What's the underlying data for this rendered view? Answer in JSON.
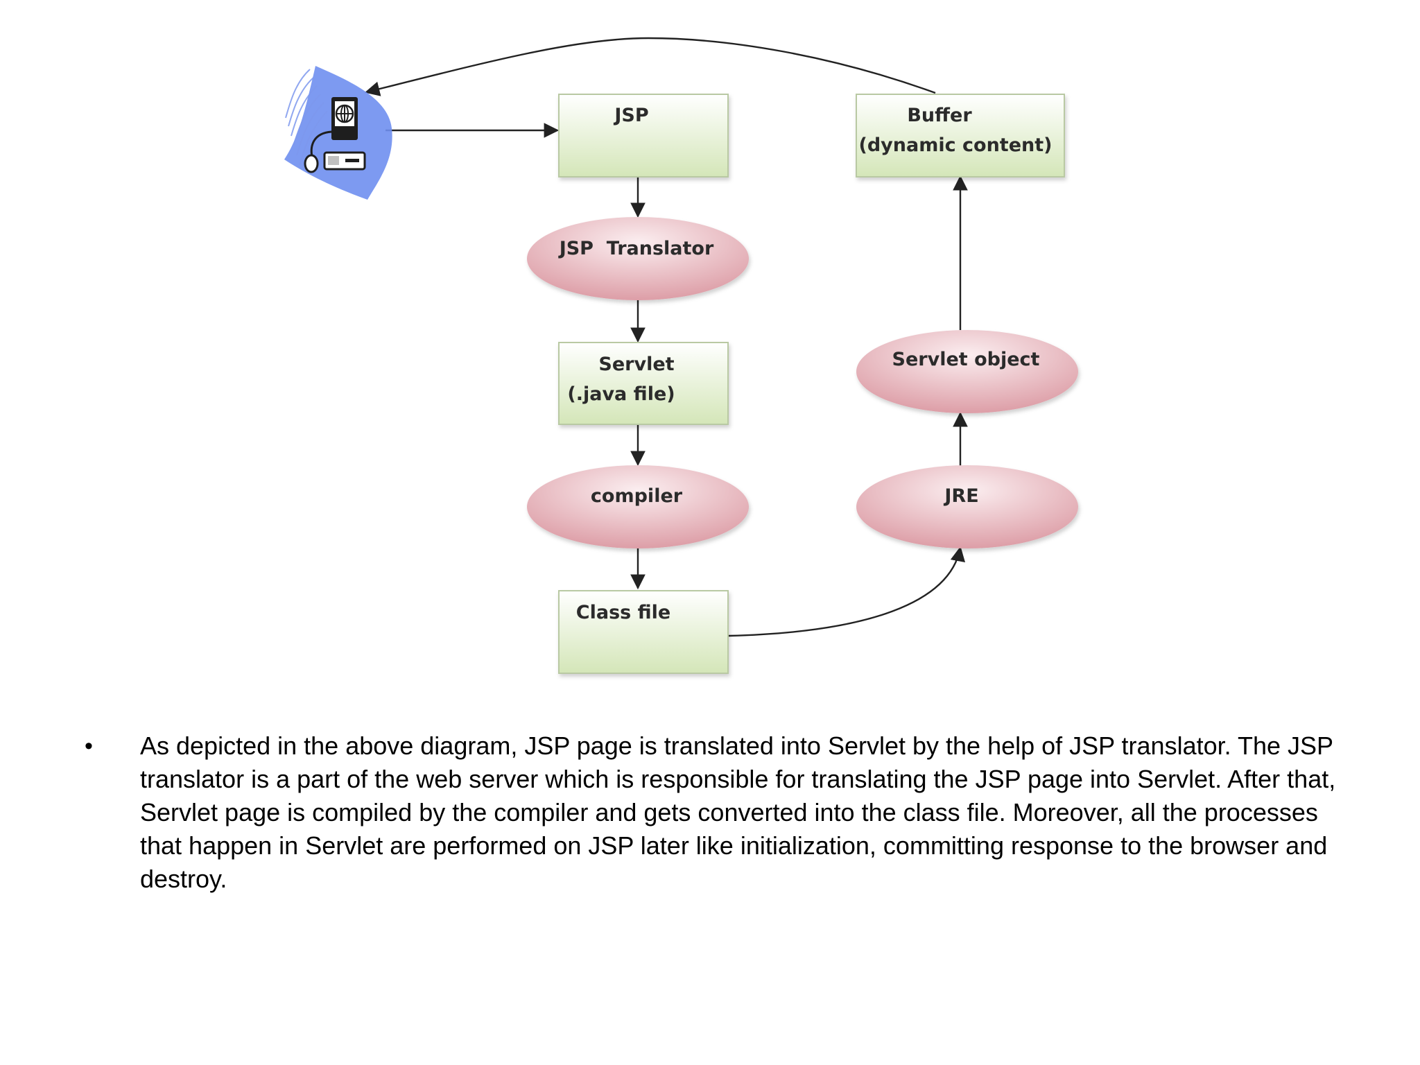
{
  "diagram": {
    "nodes": {
      "jsp": {
        "label": "JSP"
      },
      "buffer": {
        "label_line1": "Buffer",
        "label_line2": "(dynamic content)"
      },
      "jsp_translator": {
        "label": "JSP  Translator"
      },
      "servlet": {
        "label_line1": "Servlet",
        "label_line2": "(.java file)"
      },
      "servlet_object": {
        "label": "Servlet object"
      },
      "compiler": {
        "label": "compiler"
      },
      "jre": {
        "label": "JRE"
      },
      "class_file": {
        "label": "Class file"
      }
    },
    "icons": {
      "client": "client-computer-icon"
    },
    "colors": {
      "box_fill_top": "#ffffff",
      "box_fill_bottom": "#d4e6b8",
      "box_border": "#b9c9a3",
      "ellipse_fill_light": "#fbe7e9",
      "ellipse_fill_dark": "#dfa3ab",
      "arrow": "#222222",
      "client_wave": "#6a86e6"
    }
  },
  "body": {
    "bullet": "•",
    "paragraph": "As depicted in the above diagram, JSP page is translated into Servlet by the help of JSP translator. The JSP translator is a part of the web server which is responsible for translating the JSP page into Servlet. After that, Servlet page is compiled by the compiler and gets converted into the class file. Moreover, all the processes that happen in Servlet are performed on JSP later like initialization, committing response to the browser and destroy."
  }
}
